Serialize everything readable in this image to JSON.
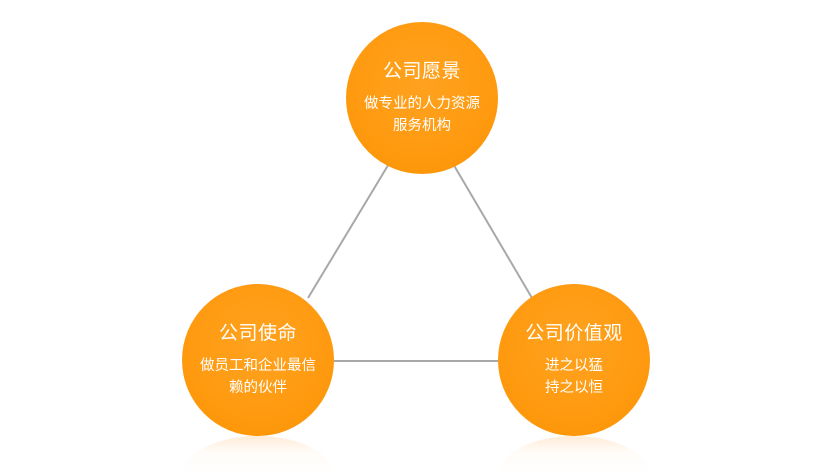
{
  "diagram": {
    "nodes": [
      {
        "id": "vision",
        "title": "公司愿景",
        "description": "做专业的人力资源服务机构"
      },
      {
        "id": "mission",
        "title": "公司使命",
        "description": "做员工和企业最信赖的伙伴"
      },
      {
        "id": "values",
        "title": "公司价值观",
        "description": "进之以猛持之以恒"
      }
    ],
    "connections": [
      {
        "from": "vision",
        "to": "mission"
      },
      {
        "from": "vision",
        "to": "values"
      },
      {
        "from": "mission",
        "to": "values"
      }
    ],
    "colors": {
      "node_fill": "#ff9a10",
      "node_text": "#ffffff",
      "connector": "#a8a8a8"
    }
  }
}
